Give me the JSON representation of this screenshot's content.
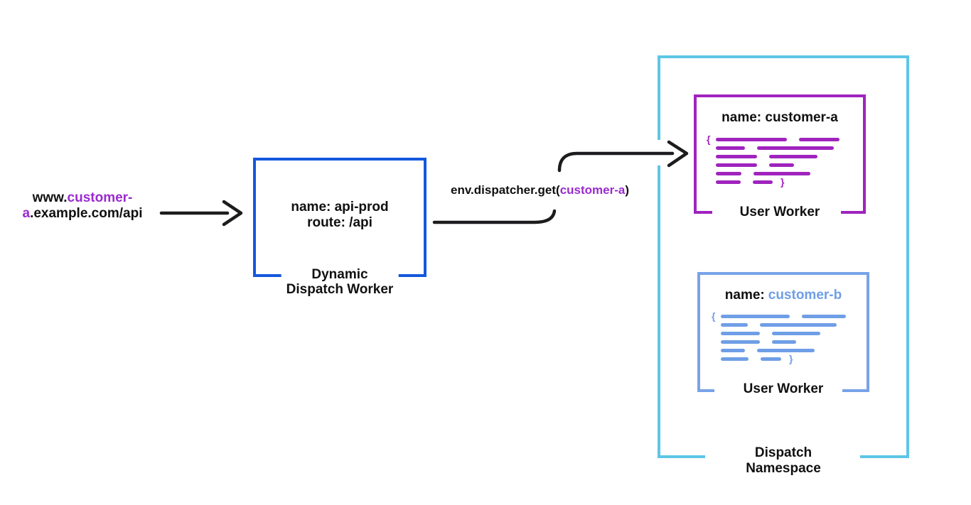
{
  "colors": {
    "worker_blue": "#1458DC",
    "purple": "#A023BE",
    "text_purple": "#9A2BCE",
    "cyan": "#5EC6E6",
    "light_blue_border": "#78A3E8",
    "light_blue": "#6F9EE6",
    "ink": "#101012",
    "arrow": "#1C1C1E",
    "background": "#FFFFFF"
  },
  "request": {
    "url_prefix": "www.",
    "url_highlight": "customer-a",
    "url_suffix": ".example.com/api"
  },
  "dispatch_worker": {
    "config_line1": "name: api-prod",
    "config_line2": "route: /api",
    "label_line1": "Dynamic",
    "label_line2": "Dispatch Worker"
  },
  "dispatcher_call": {
    "prefix": "env.dispatcher.get(",
    "highlight": "customer-a",
    "suffix": ")"
  },
  "namespace": {
    "label_line1": "Dispatch",
    "label_line2": "Namespace"
  },
  "worker_a": {
    "name": "name: customer-a",
    "label": "User Worker",
    "code": {
      "open": "{",
      "close": "}",
      "rows": [
        [
          100,
          57
        ],
        [
          41,
          108
        ],
        [
          58,
          68
        ],
        [
          58,
          35
        ],
        [
          36,
          80
        ],
        [
          35,
          28
        ]
      ]
    }
  },
  "worker_b": {
    "name_prefix": "name:",
    "name_value": "customer-b",
    "label": "User Worker",
    "code": {
      "open": "{",
      "close": "}",
      "rows": [
        [
          97,
          62
        ],
        [
          38,
          108
        ],
        [
          55,
          68
        ],
        [
          55,
          34
        ],
        [
          34,
          81
        ],
        [
          39,
          29
        ]
      ]
    }
  }
}
